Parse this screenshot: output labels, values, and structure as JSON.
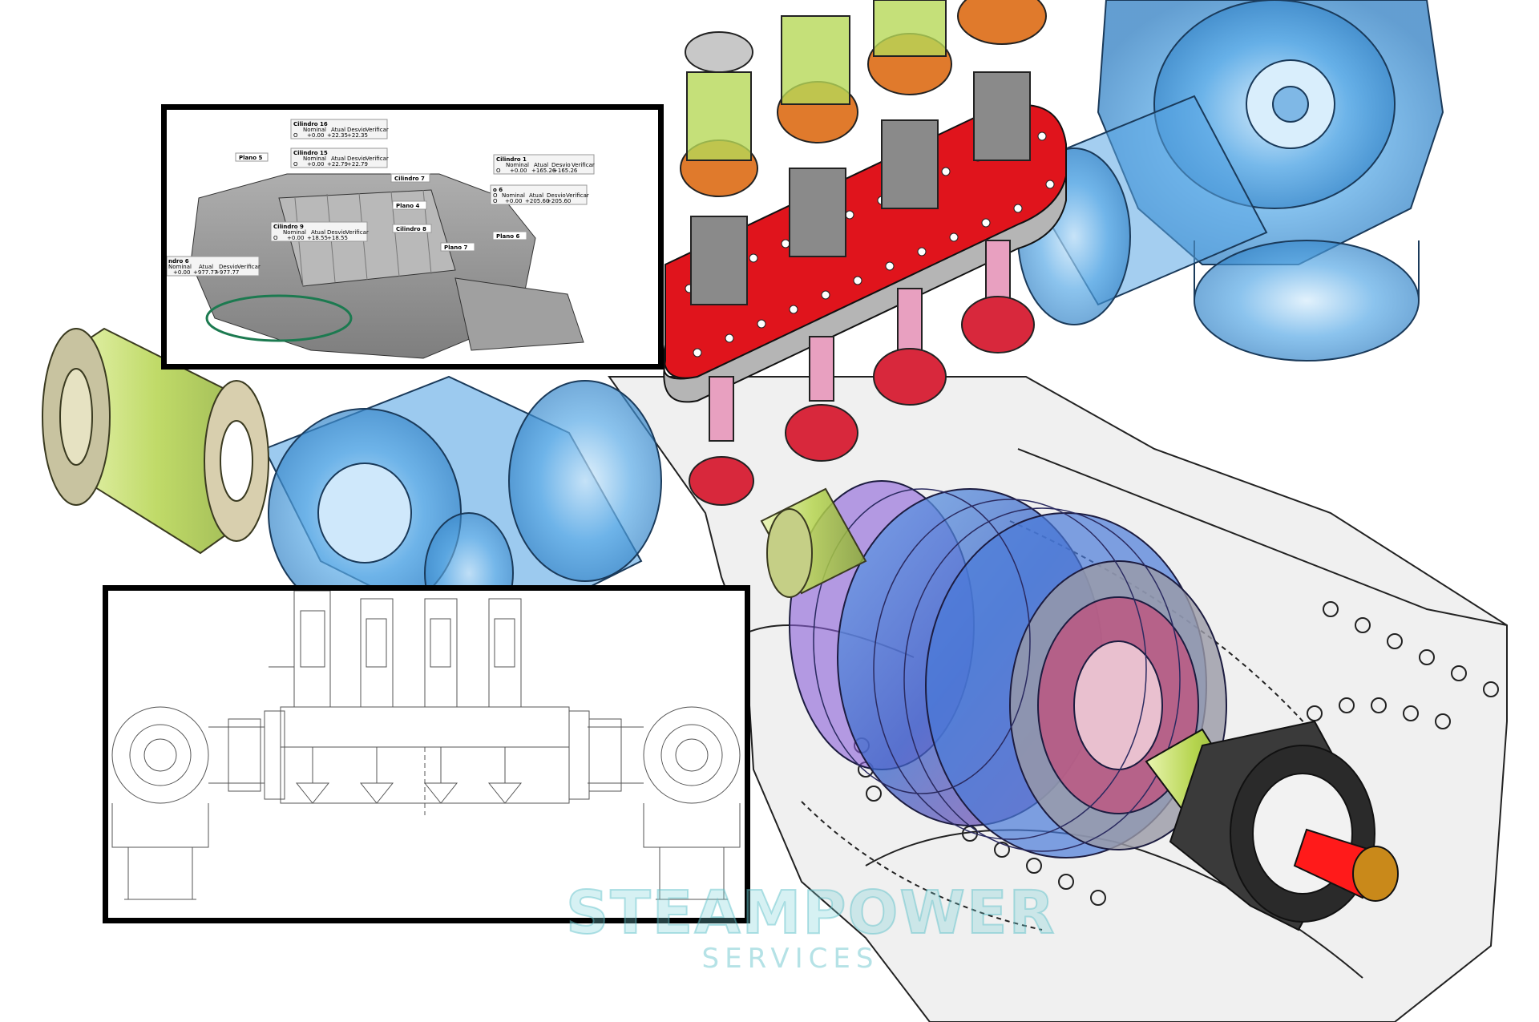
{
  "measurement_cards": [
    {
      "title": "Cilindro 16",
      "headers": [
        "",
        "Nominal",
        "Atual",
        "Desvio",
        "Verificar"
      ],
      "row": [
        "O",
        "+0.00",
        "+22.35",
        "+22.35",
        ""
      ]
    },
    {
      "title": "Cilindro 15",
      "headers": [
        "",
        "Nominal",
        "Atual",
        "Desvio",
        "Verificar"
      ],
      "row": [
        "O",
        "+0.00",
        "+22.79",
        "+22.79",
        ""
      ]
    },
    {
      "title": "Cilindro 1",
      "headers": [
        "",
        "Nominal",
        "Atual",
        "Desvio",
        "Verificar"
      ],
      "row": [
        "O",
        "+0.00",
        "+165.26",
        "+165.26",
        ""
      ]
    },
    {
      "title": "o 6",
      "headers": [
        "O",
        "Nominal",
        "Atual",
        "Desvio",
        "Verificar"
      ],
      "row": [
        "O",
        "+0.00",
        "+205.60",
        "+205.60",
        ""
      ]
    },
    {
      "title": "Cilindro 9",
      "headers": [
        "",
        "Nominal",
        "Atual",
        "Desvio",
        "Verificar"
      ],
      "row": [
        "O",
        "+0.00",
        "+18.55",
        "+18.55",
        ""
      ]
    },
    {
      "title": "ndro 6",
      "headers": [
        "",
        "Nominal",
        "Atual",
        "Desvio",
        "Verificar"
      ],
      "row": [
        "",
        "+0.00",
        "+977.77",
        "+977.77",
        ""
      ]
    }
  ],
  "feature_tags": [
    "Plano 5",
    "Cilindro 7",
    "Plano 4",
    "Cilindro 8",
    "Plano 6",
    "Plano 7"
  ],
  "watermark": {
    "brand": "STEAMPOWER",
    "tagline": "SERVICES"
  },
  "colors": {
    "flange_red": "#e0141c",
    "housing_blue": "#3f9be0",
    "valve_green": "#b7d858",
    "valve_orange": "#e07a2c",
    "shaft_red": "#ff1a1a",
    "coupling_gray": "#3a3a3a",
    "casing_outline": "#222222"
  }
}
